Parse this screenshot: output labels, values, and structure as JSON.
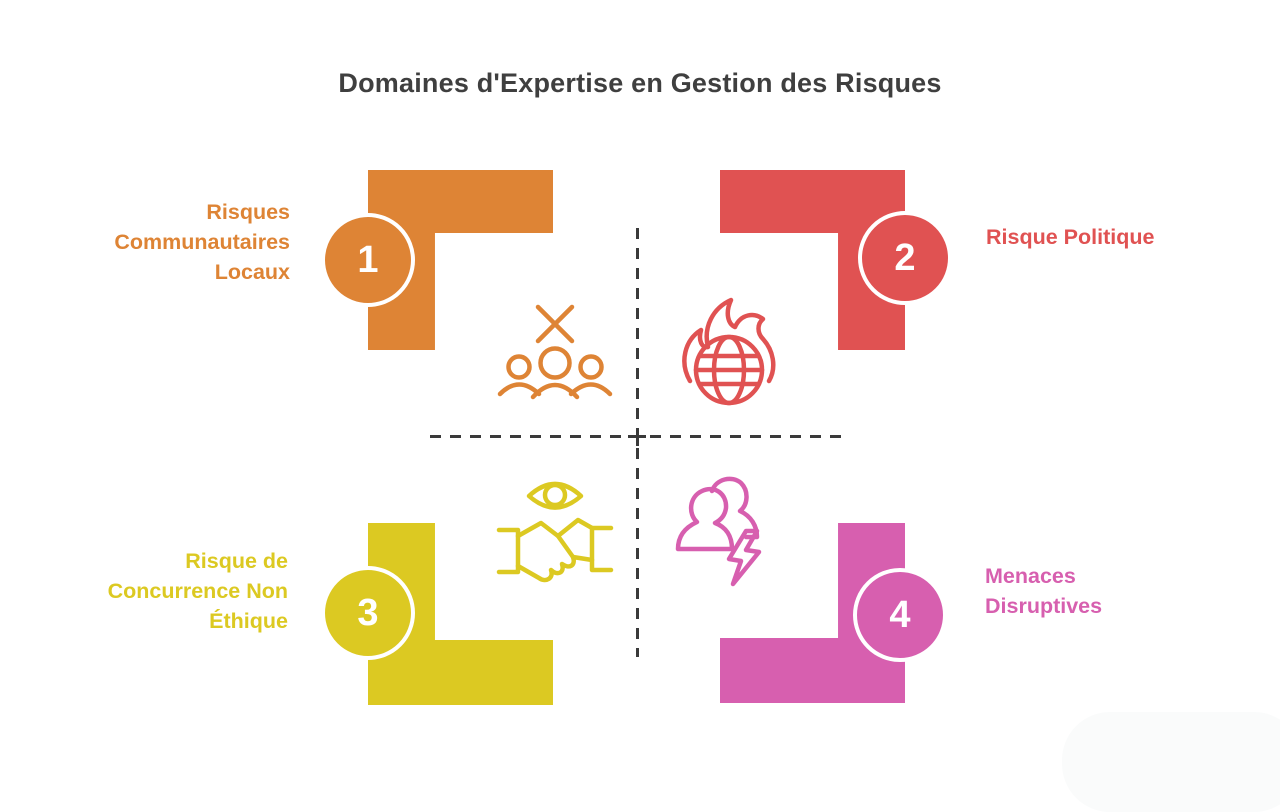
{
  "title": "Domaines d'Expertise en Gestion des Risques",
  "colors": {
    "title_text": "#3F3F3F",
    "divider_line": "#3A3A3A",
    "orange": "#DE8435",
    "red": "#E05252",
    "yellow": "#DCC922",
    "pink": "#D75FAF"
  },
  "quadrants": [
    {
      "number": "1",
      "label": "Risques\nCommunautaires\nLocaux",
      "color": "#DE8435",
      "icon": "excluded-group-icon",
      "position": "top-left"
    },
    {
      "number": "2",
      "label": "Risque Politique",
      "color": "#E05252",
      "icon": "burning-globe-icon",
      "position": "top-right"
    },
    {
      "number": "3",
      "label": "Risque de\nConcurrence Non\nÉthique",
      "color": "#DCC922",
      "icon": "eye-handshake-icon",
      "position": "bottom-left"
    },
    {
      "number": "4",
      "label": "Menaces\nDisruptives",
      "color": "#D75FAF",
      "icon": "people-lightning-icon",
      "position": "bottom-right"
    }
  ]
}
